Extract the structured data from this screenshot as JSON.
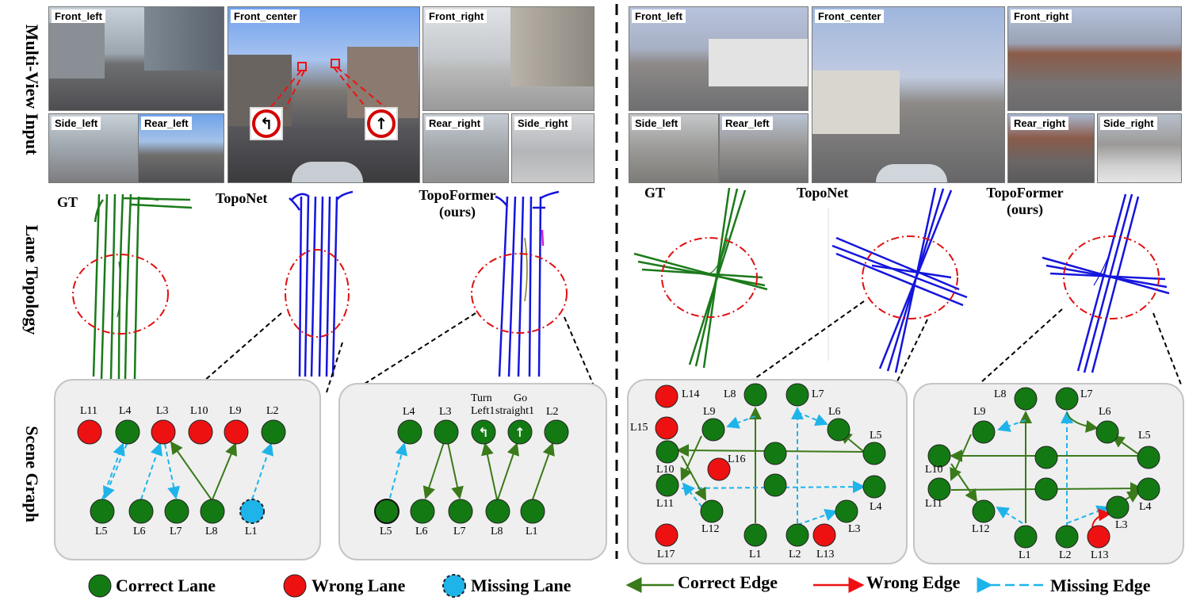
{
  "row_labels": {
    "row1": "Multi-View Input",
    "row2": "Lane Topology",
    "row3": "Scene Graph"
  },
  "cameras": {
    "front_left": "Front_left",
    "front_center": "Front_center",
    "front_right": "Front_right",
    "side_left": "Side_left",
    "rear_left": "Rear_left",
    "rear_right": "Rear_right",
    "side_right": "Side_right"
  },
  "methods": {
    "gt": "GT",
    "toponet": "TopoNet",
    "topoformer": "TopoFormer",
    "ours": "(ours)"
  },
  "colors": {
    "correct": "#1a7a1a",
    "wrong": "#ee1111",
    "missing": "#1eb4ea",
    "topo_blue": "#1515dd",
    "circle": "#e01010"
  },
  "sign_icons": [
    "turn-left-sign-icon",
    "go-straight-sign-icon"
  ],
  "scene_left_1": {
    "top_labels": [
      "L11",
      "L4",
      "L3",
      "L10",
      "L9",
      "L2"
    ],
    "bottom_labels": [
      "L5",
      "L6",
      "L7",
      "L8",
      "L1"
    ]
  },
  "scene_left_2": {
    "top_labels": [
      "L4",
      "L3",
      "Turn",
      "Left1",
      "Go",
      "straight1",
      "L2"
    ],
    "bottom_labels": [
      "L5",
      "L6",
      "L7",
      "L8",
      "L1"
    ]
  },
  "scene_right_1": {
    "labels": [
      "L14",
      "L8",
      "L7",
      "L9",
      "L6",
      "L15",
      "L5",
      "L16",
      "L10",
      "L11",
      "L4",
      "L12",
      "L3",
      "L17",
      "L1",
      "L2",
      "L13"
    ]
  },
  "scene_right_2": {
    "labels": [
      "L8",
      "L7",
      "L9",
      "L6",
      "L5",
      "L10",
      "L11",
      "L4",
      "L12",
      "L3",
      "L1",
      "L2",
      "L13"
    ]
  },
  "legend": {
    "correct_lane": "Correct Lane",
    "wrong_lane": "Wrong Lane",
    "missing_lane": "Missing Lane",
    "correct_edge": "Correct Edge",
    "wrong_edge": "Wrong Edge",
    "missing_edge": "Missing Edge"
  }
}
